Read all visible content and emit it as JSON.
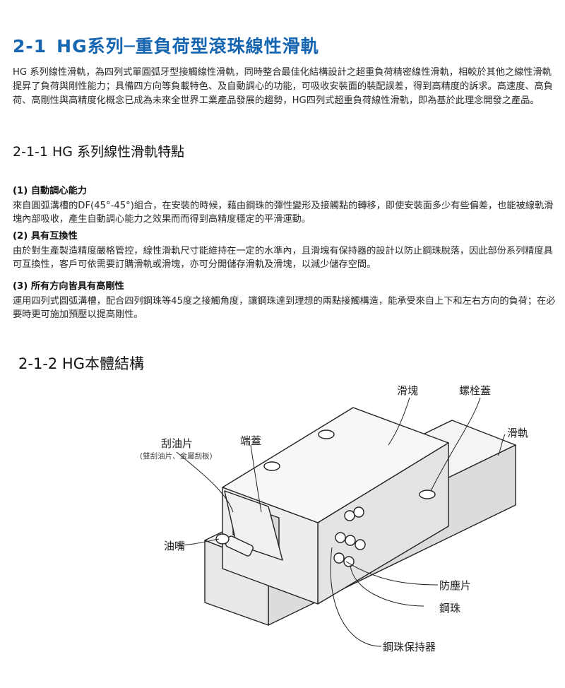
{
  "heading": {
    "number": "2-1",
    "text": "HG系列─重負荷型滾珠線性滑軌"
  },
  "intro": "HG 系列線性滑軌，為四列式單圓弧牙型接觸線性滑軌，同時整合最佳化結構設計之超重負荷精密線性滑軌，相較於其他之線性滑軌提昇了負荷與剛性能力；具備四方向等負載特色、及自動調心的功能，可吸收安裝面的裝配誤差，得到高精度的訴求。高速度、高負荷、高剛性與高精度化概念已成為未來全世界工業產品發展的趨勢，HG四列式超重負荷線性滑軌，即為基於此理念開發之產品。",
  "section1": {
    "title": "2-1-1 HG 系列線性滑軌特點",
    "features": [
      {
        "heading": "(1) 自動調心能力",
        "body": "來自圓弧溝槽的DF(45°-45°)組合，在安裝的時候，藉由鋼珠的彈性變形及接觸點的轉移，即使安裝面多少有些偏差，也能被線軌滑塊內部吸收，產生自動調心能力之效果而而得到高精度穩定的平滑運動。"
      },
      {
        "heading": "(2) 具有互換性",
        "body": "由於對生產製造精度嚴格管控，線性滑軌尺寸能維持在一定的水準內，且滑塊有保持器的設計以防止鋼珠脫落，因此部份系列精度具可互換性，客戶可依需要訂購滑軌或滑塊，亦可分開儲存滑軌及滑塊，以減少儲存空間。"
      },
      {
        "heading": "(3) 所有方向皆具有高剛性",
        "body": "運用四列式圓弧溝槽，配合四列鋼珠等45度之接觸角度，讓鋼珠達到理想的兩點接觸構造，能承受來自上下和左右方向的負荷；在必要時更可施加預壓以提高剛性。"
      }
    ]
  },
  "section2": {
    "title": "2-1-2 HG本體結構",
    "labels": {
      "block": "滑塊",
      "bolt_cap": "螺栓蓋",
      "rail": "滑軌",
      "scraper": "刮油片",
      "scraper_note": "(雙刮油片、金屬刮板)",
      "end_cap": "端蓋",
      "grease_nipple": "油嘴",
      "dust_plate": "防塵片",
      "ball": "鋼珠",
      "retainer": "鋼珠保持器"
    }
  }
}
